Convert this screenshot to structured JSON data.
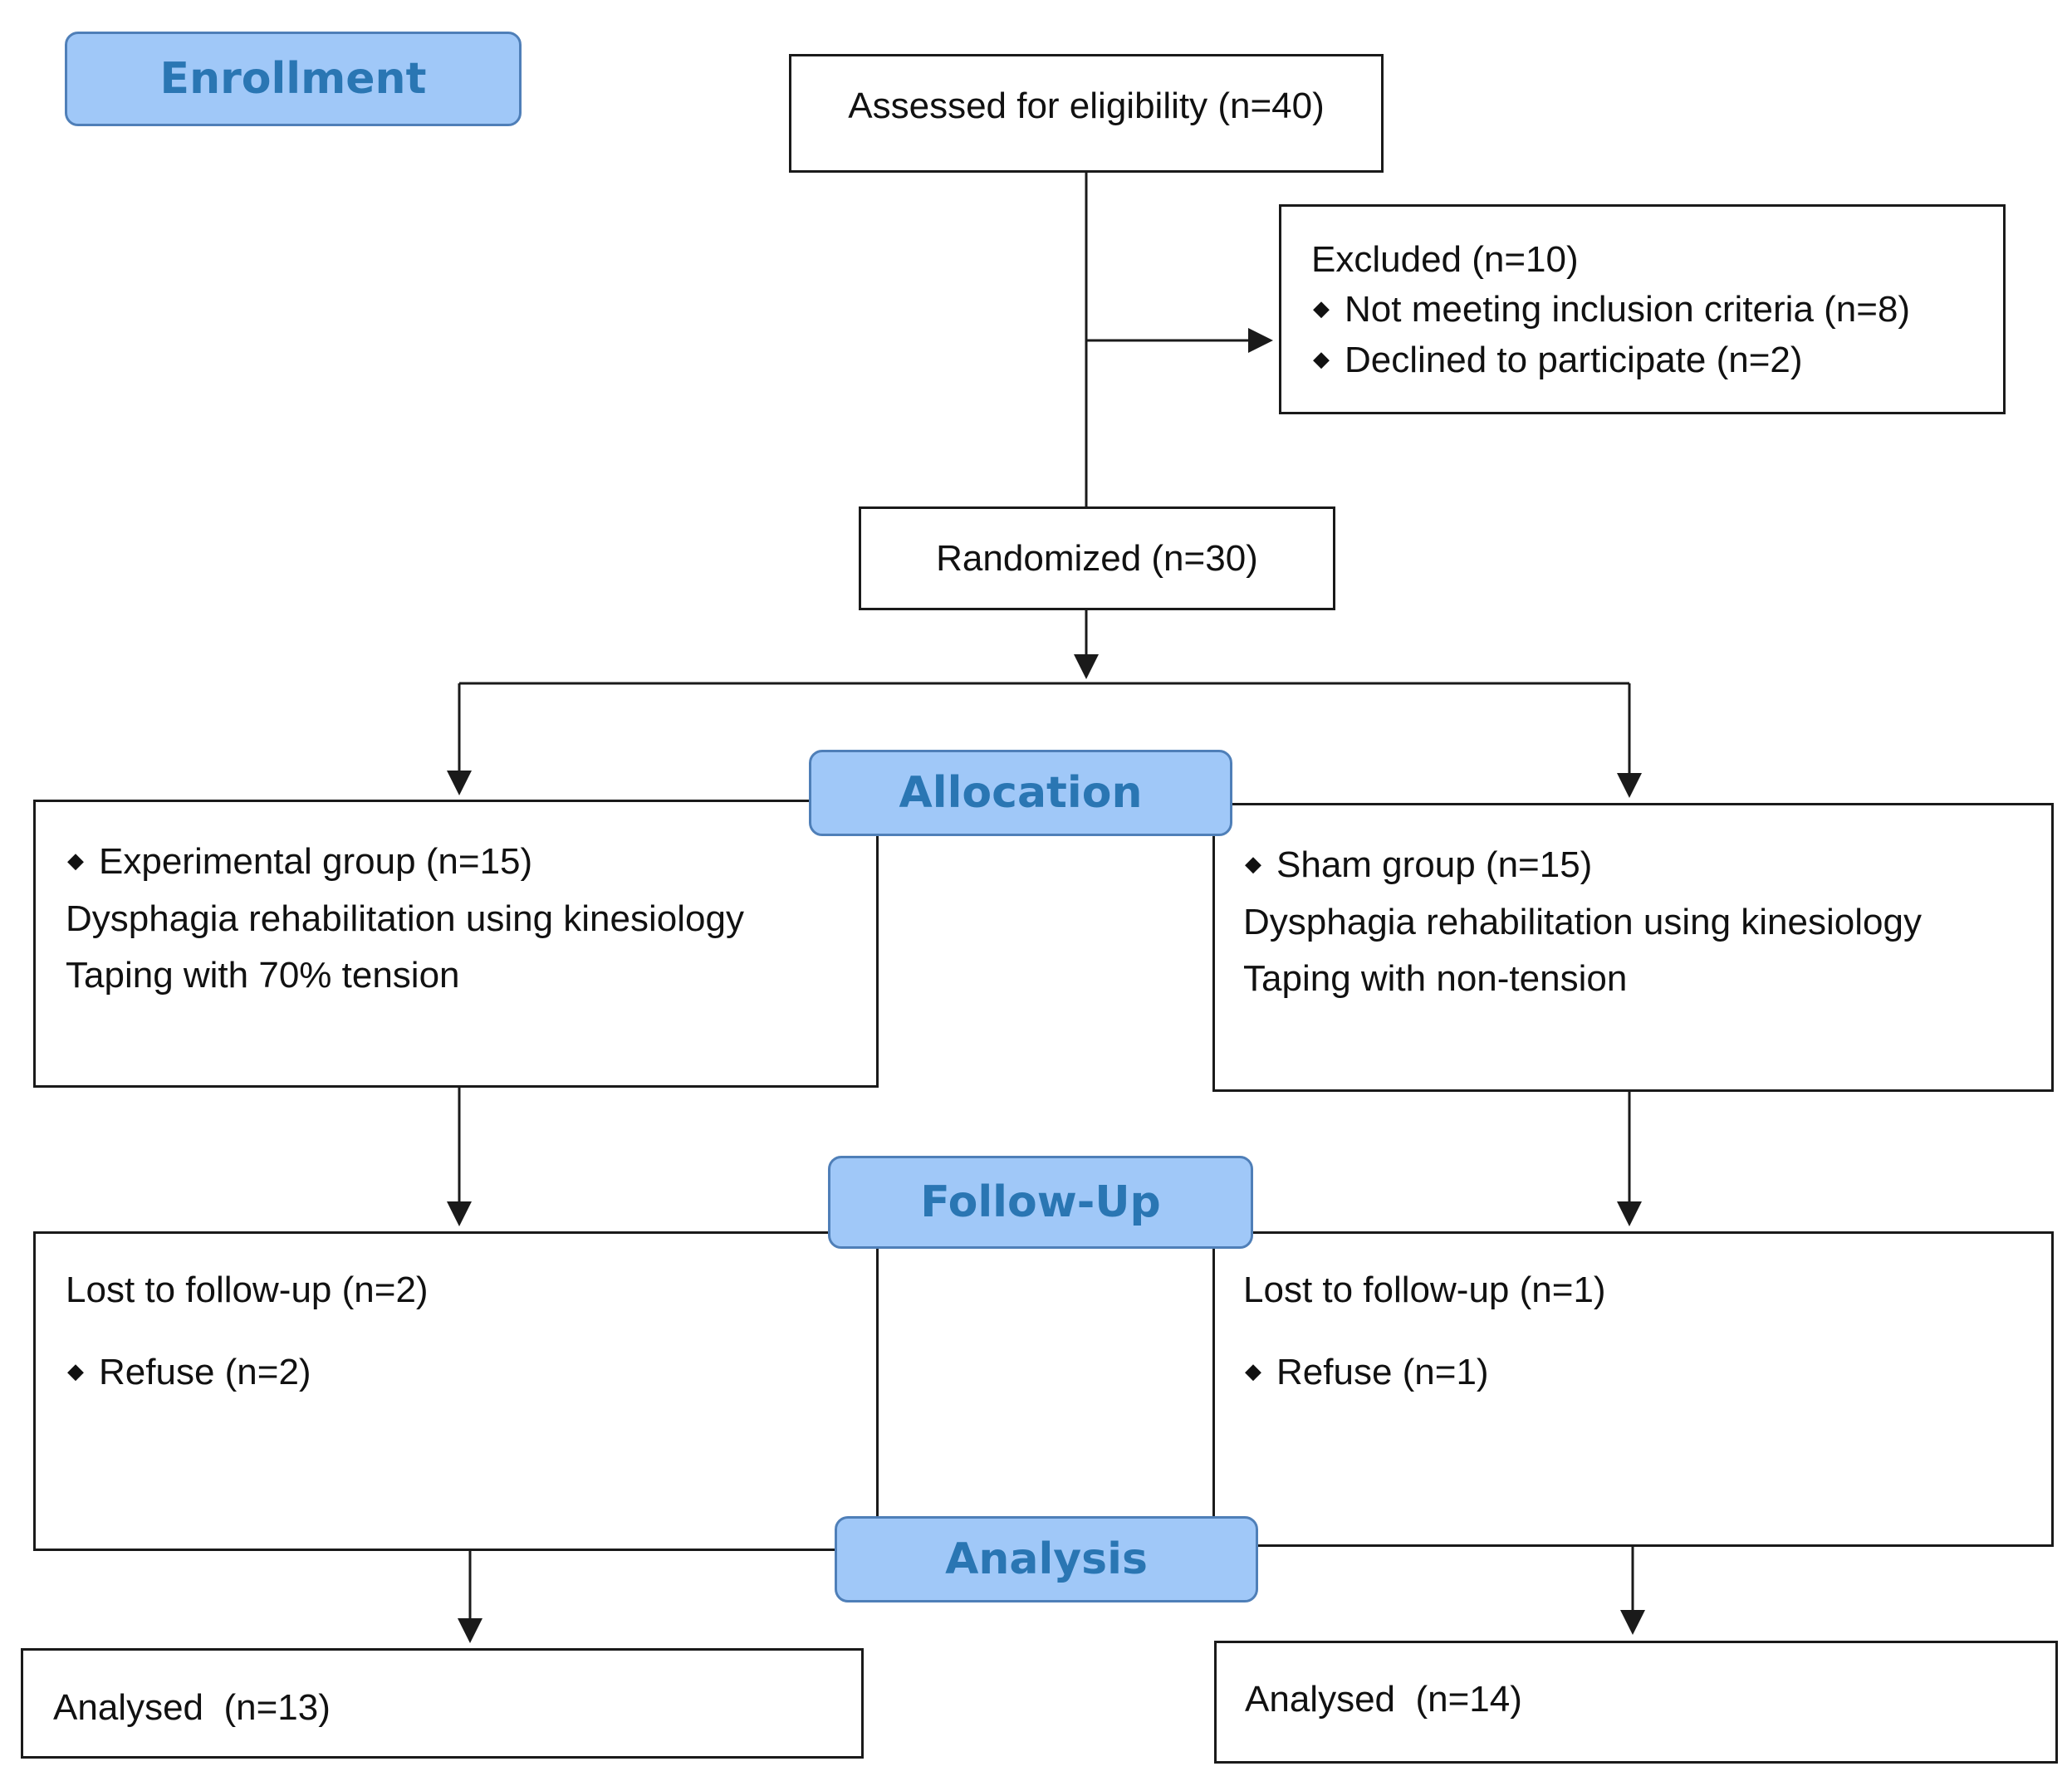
{
  "stages": {
    "enrollment": "Enrollment",
    "allocation": "Allocation",
    "follow_up": "Follow-Up",
    "analysis": "Analysis"
  },
  "assessed": "Assessed for eligibility (n=40)",
  "excluded": {
    "title": "Excluded (n=10)",
    "items": [
      "Not meeting inclusion criteria (n=8)",
      "Declined to participate (n=2)"
    ]
  },
  "randomized": "Randomized (n=30)",
  "experimental": {
    "group": "Experimental group (n=15)",
    "line1": "Dysphagia rehabilitation using kinesiology",
    "line2": "Taping with 70% tension"
  },
  "sham": {
    "group": "Sham group (n=15)",
    "line1": "Dysphagia rehabilitation using kinesiology",
    "line2": "Taping with non-tension"
  },
  "followup_left": {
    "lost": "Lost to follow-up (n=2)",
    "reason": "Refuse (n=2)"
  },
  "followup_right": {
    "lost": "Lost to follow-up (n=1)",
    "reason": "Refuse (n=1)"
  },
  "analysed_left": "Analysed  (n=13)",
  "analysed_right": "Analysed  (n=14)",
  "bullet_glyph": "◆"
}
